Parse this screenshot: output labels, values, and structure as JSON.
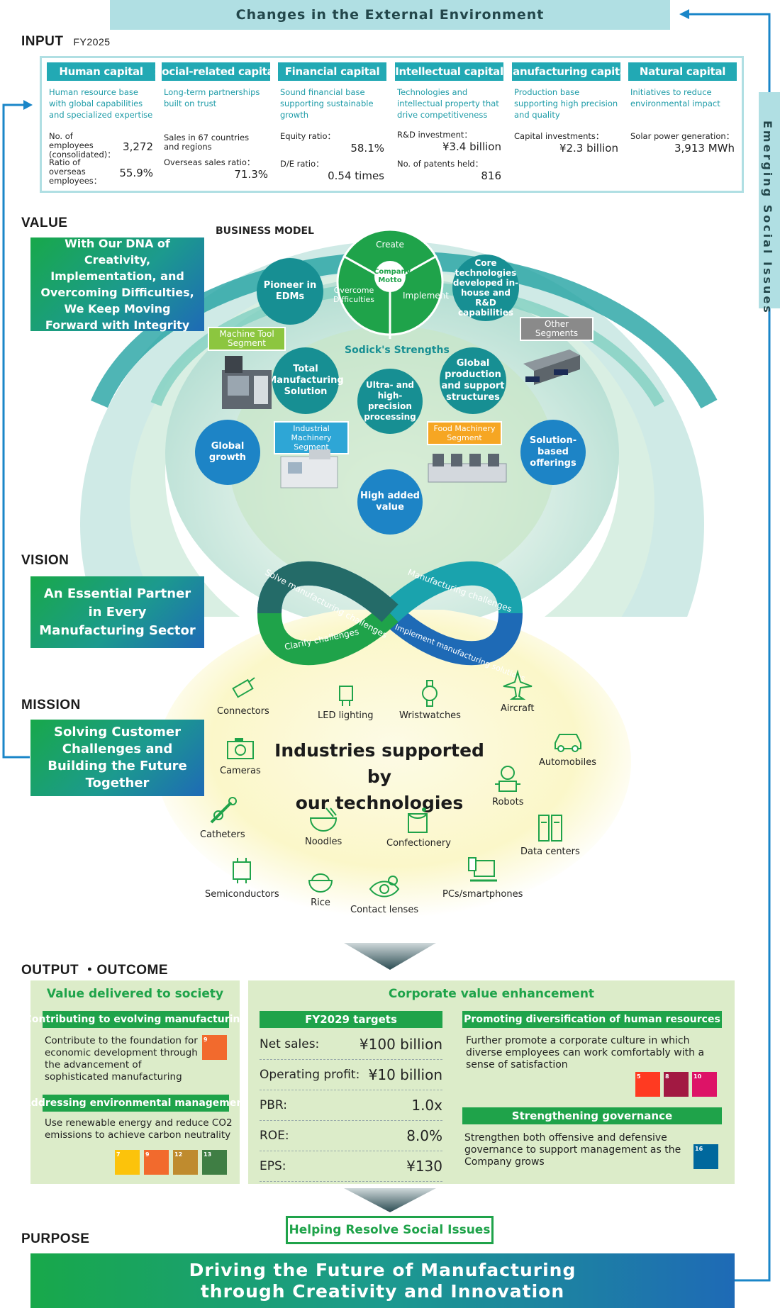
{
  "header": {
    "external_env": "Changes in the External Environment",
    "emerging": "Emerging Social Issues"
  },
  "input": {
    "label": "INPUT",
    "year": "FY2025",
    "capitals": [
      {
        "title": "Human capital",
        "desc": "Human resource base with global capabilities and specialized expertise",
        "m1_label": "No. of employees (consolidated)：",
        "m1_value": "3,272",
        "m2_label": "Ratio of overseas employees：",
        "m2_value": "55.9%"
      },
      {
        "title": "Social-related capital",
        "desc": "Long-term partnerships built on trust",
        "m1_label": "Sales in 67 countries and regions",
        "m1_value": "",
        "m2_label": "Overseas sales ratio：",
        "m2_value": "71.3%"
      },
      {
        "title": "Financial capital",
        "desc": "Sound financial base supporting sustainable growth",
        "m1_label": "Equity ratio：",
        "m1_value": "58.1%",
        "m2_label": "D/E ratio：",
        "m2_value": "0.54 times"
      },
      {
        "title": "Intellectual capital",
        "desc": "Technologies and intellectual property that drive competitiveness",
        "m1_label": "R&D investment：",
        "m1_value": "¥3.4 billion",
        "m2_label": "No. of patents held：",
        "m2_value": "816"
      },
      {
        "title": "Manufacturing capital",
        "desc": "Production base supporting high precision and quality",
        "m1_label": "Capital investments：",
        "m1_value": "¥2.3 billion",
        "m2_label": "",
        "m2_value": ""
      },
      {
        "title": "Natural capital",
        "desc": "Initiatives to reduce environmental impact",
        "m1_label": "Solar power generation：",
        "m1_value": "3,913 MWh",
        "m2_label": "",
        "m2_value": ""
      }
    ]
  },
  "value": {
    "label": "VALUE",
    "business_model": "BUSINESS MODEL",
    "statement": "With Our DNA of Creativity, Implementation, and Overcoming Difficulties, We Keep Moving Forward with Integrity",
    "motto": {
      "create": "Create",
      "implement": "Implement",
      "overcome": "Overcome Difficulties",
      "center": "Company Motto"
    },
    "strengths_title": "Sodick's Strengths",
    "circles": {
      "pioneer": "Pioneer in EDMs",
      "core": "Core technologies developed in-house and R&D capabilities",
      "total": "Total Manufacturing Solution",
      "global_prod": "Global production and support structures",
      "ultra": "Ultra- and high-precision processing",
      "global_growth": "Global growth",
      "solution": "Solution-based offerings",
      "high_value": "High added value"
    },
    "segments": {
      "machine_tool": "Machine Tool Segment",
      "other": "Other Segments",
      "industrial": "Industrial Machinery Segment",
      "food": "Food Machinery Segment"
    }
  },
  "vision": {
    "label": "VISION",
    "statement": "An Essential Partner in Every Manufacturing Sector",
    "loop": {
      "solve": "Solve manufacturing challenges",
      "mfg": "Manufacturing challenges",
      "clarify": "Clarify challenges",
      "implement": "Implement manufacturing solutions"
    }
  },
  "mission": {
    "label": "MISSION",
    "statement": "Solving Customer Challenges and Building the Future Together",
    "industries_title_1": "Industries supported by",
    "industries_title_2": "our technologies",
    "industries": {
      "connectors": "Connectors",
      "led": "LED lighting",
      "watches": "Wristwatches",
      "aircraft": "Aircraft",
      "cameras": "Cameras",
      "automobiles": "Automobiles",
      "robots": "Robots",
      "catheters": "Catheters",
      "noodles": "Noodles",
      "confectionery": "Confectionery",
      "datacenters": "Data centers",
      "semiconductors": "Semiconductors",
      "rice": "Rice",
      "lenses": "Contact lenses",
      "pcs": "PCs/smartphones"
    }
  },
  "output": {
    "label": "OUTPUT ・OUTCOME",
    "society_title": "Value delivered to society",
    "evolving_head": "Contributing to evolving manufacturing",
    "evolving_text": "Contribute to the foundation for economic development through the advancement of sophisticated manufacturing",
    "env_head": "Addressing environmental management",
    "env_text": "Use renewable energy and reduce CO2 emissions to achieve carbon neutrality",
    "corp_title": "Corporate value enhancement",
    "targets_head": "FY2029 targets",
    "targets": [
      {
        "label": "Net sales:",
        "value": "¥100 billion"
      },
      {
        "label": "Operating profit:",
        "value": "¥10 billion"
      },
      {
        "label": "PBR:",
        "value": "1.0x"
      },
      {
        "label": "ROE:",
        "value": "8.0%"
      },
      {
        "label": "EPS:",
        "value": "¥130"
      }
    ],
    "hr_head": "Promoting diversification of human resources",
    "hr_text": "Further promote a corporate culture in which diverse employees can work comfortably with a sense of satisfaction",
    "gov_head": "Strengthening governance",
    "gov_text": "Strengthen both offensive and defensive governance to support management as the Company grows"
  },
  "sdgs": {
    "s7": "7",
    "s9": "9",
    "s12": "12",
    "s13": "13",
    "s5": "5",
    "s8": "8",
    "s10": "10",
    "s16": "16"
  },
  "purpose": {
    "label": "PURPOSE",
    "helping": "Helping Resolve Social Issues",
    "line1": "Driving the Future of Manufacturing",
    "line2": "through Creativity and Innovation"
  },
  "colors": {
    "teal": "#22a9b4",
    "green": "#1fa34a",
    "blue": "#1e6ab6",
    "light_green": "#dcecc9",
    "pale_teal": "#b0dfe3"
  }
}
